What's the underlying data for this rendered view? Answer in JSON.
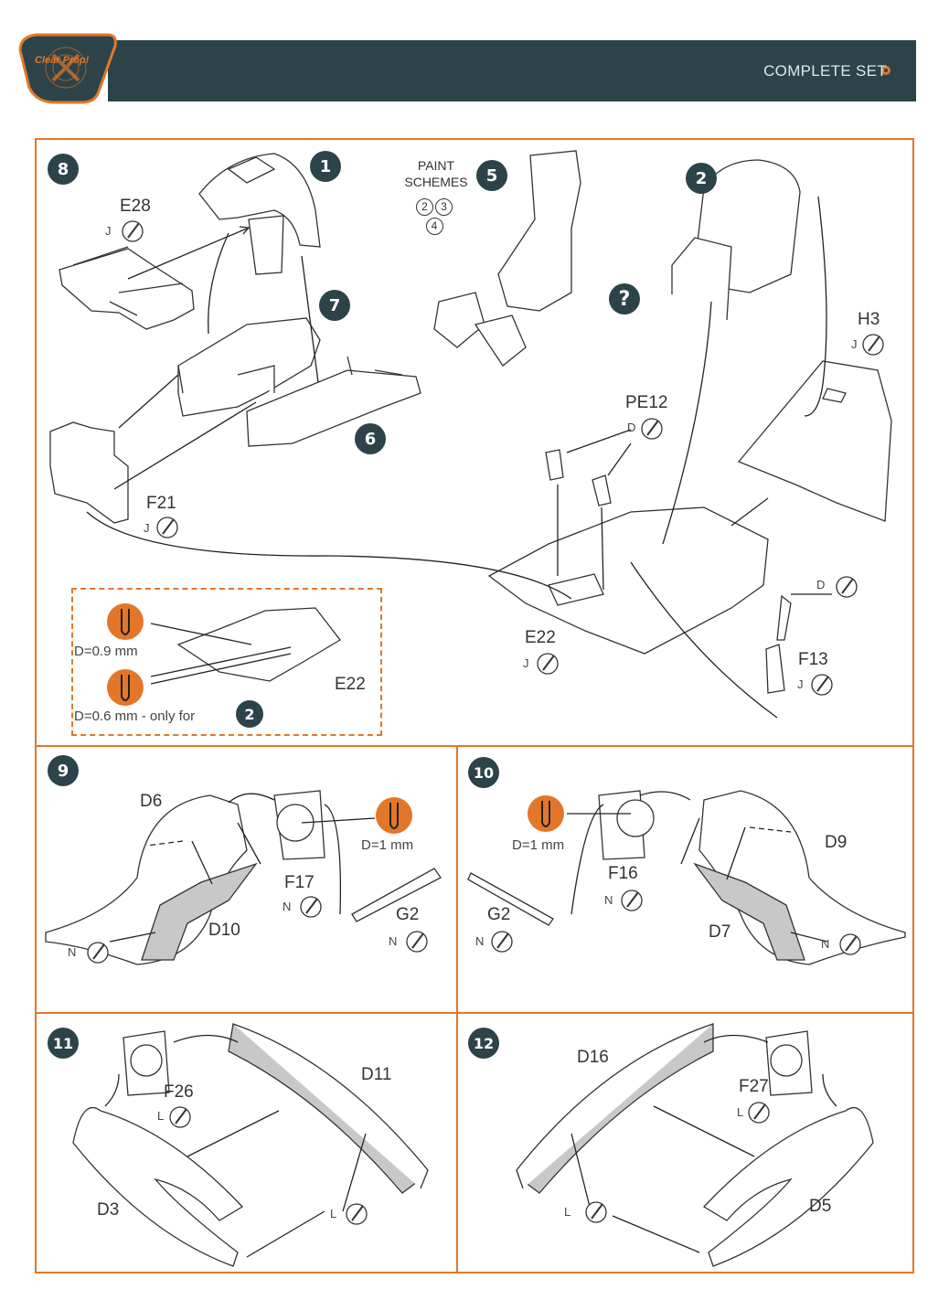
{
  "header": {
    "brand": "Clear Prop!",
    "set_name": "COMPLETE SET"
  },
  "steps": {
    "s8": {
      "num": "8",
      "labels": {
        "e28": "E28",
        "f21": "F21",
        "e22": "E22",
        "pe12": "PE12",
        "h3": "H3",
        "f13": "F13",
        "e22b": "E22"
      },
      "paints": {
        "e28": "J",
        "f21": "J",
        "e22": "J",
        "pe12": "D",
        "h3": "J",
        "f13": "J",
        "f13d": "D"
      },
      "drill1": "D=0.9 mm",
      "drill2": "D=0.6 mm - only for",
      "drill2_ref": "2"
    },
    "s1": {
      "num": "1"
    },
    "s2": {
      "num": "2"
    },
    "s5": {
      "num": "5",
      "paint_title": "PAINT\nSCHEMES",
      "schemes": [
        "2",
        "3",
        "4"
      ],
      "unknown": "?"
    },
    "s6": {
      "num": "6"
    },
    "s7": {
      "num": "7"
    },
    "s9": {
      "num": "9",
      "labels": {
        "d6": "D6",
        "d10": "D10",
        "f17": "F17",
        "g2": "G2"
      },
      "paints": {
        "n1": "N",
        "f17": "N",
        "g2": "N"
      },
      "drill": "D=1 mm"
    },
    "s10": {
      "num": "10",
      "labels": {
        "d9": "D9",
        "d7": "D7",
        "f16": "F16",
        "g2": "G2"
      },
      "paints": {
        "f16": "N",
        "g2": "N",
        "n2": "N"
      },
      "drill": "D=1 mm"
    },
    "s11": {
      "num": "11",
      "labels": {
        "f26": "F26",
        "d11": "D11",
        "d3": "D3"
      },
      "paints": {
        "f26": "L",
        "l1": "L"
      }
    },
    "s12": {
      "num": "12",
      "labels": {
        "d16": "D16",
        "f27": "F27",
        "d5": "D5"
      },
      "paints": {
        "f27": "L",
        "l2": "L"
      }
    }
  },
  "colors": {
    "accent": "#e2772a",
    "banner": "#2c4449",
    "grey_fill": "#c8c8c8"
  }
}
